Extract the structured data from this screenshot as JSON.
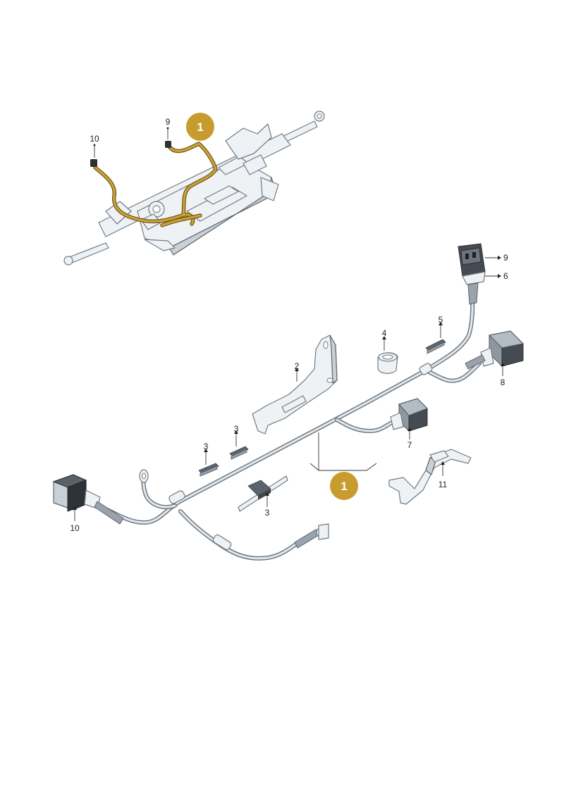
{
  "diagram": {
    "badge_color": "#c79b2e",
    "wire_highlight_color": "#c9a23a",
    "overview": {
      "badge": "1",
      "callouts": [
        {
          "id": "ov-9",
          "text": "9"
        },
        {
          "id": "ov-10",
          "text": "10"
        }
      ]
    },
    "exploded": {
      "badge": "1",
      "callouts": [
        {
          "id": "c2",
          "text": "2"
        },
        {
          "id": "c3a",
          "text": "3"
        },
        {
          "id": "c3b",
          "text": "3"
        },
        {
          "id": "c3c",
          "text": "3"
        },
        {
          "id": "c4",
          "text": "4"
        },
        {
          "id": "c5",
          "text": "5"
        },
        {
          "id": "c6",
          "text": "6"
        },
        {
          "id": "c7",
          "text": "7"
        },
        {
          "id": "c8",
          "text": "8"
        },
        {
          "id": "c9",
          "text": "9"
        },
        {
          "id": "c10",
          "text": "10"
        },
        {
          "id": "c11",
          "text": "11"
        }
      ]
    }
  }
}
